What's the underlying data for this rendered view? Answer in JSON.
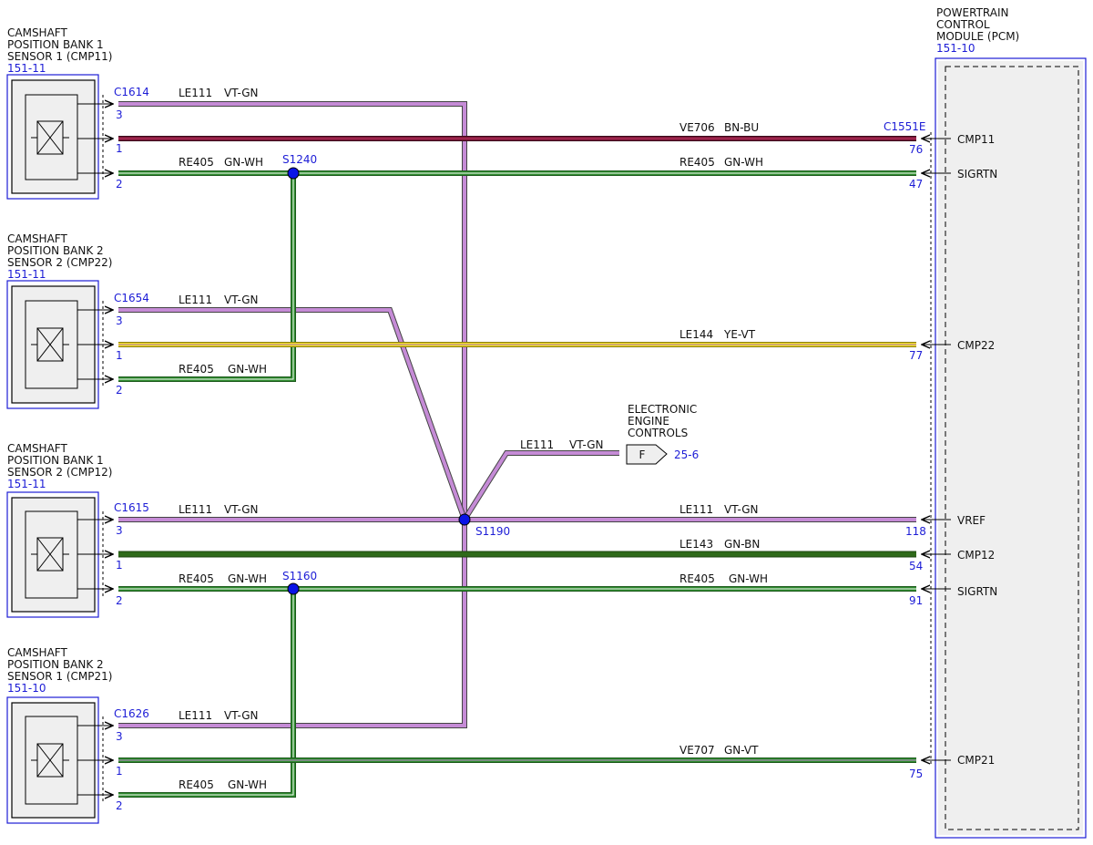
{
  "colors": {
    "link_blue": "#1d1dd6",
    "splice_dot": "#0a14e6",
    "wire_VT_GN": "#c58bd6",
    "wire_GN_WH": "#2e8b2e",
    "wire_BN_BU": "#7a1838",
    "wire_YE_VT": "#e8d81a",
    "wire_GN_BN": "#2f6a1a",
    "wire_GN_VT": "#2e8b2e"
  },
  "sensors": [
    {
      "id": "cmp11",
      "title": [
        "CAMSHAFT",
        "POSITION BANK 1",
        "SENSOR 1 (CMP11)"
      ],
      "ref": "151-11",
      "connector": "C1614"
    },
    {
      "id": "cmp22",
      "title": [
        "CAMSHAFT",
        "POSITION BANK 2",
        "SENSOR 2 (CMP22)"
      ],
      "ref": "151-11",
      "connector": "C1654"
    },
    {
      "id": "cmp12",
      "title": [
        "CAMSHAFT",
        "POSITION BANK 1",
        "SENSOR 2 (CMP12)"
      ],
      "ref": "151-11",
      "connector": "C1615"
    },
    {
      "id": "cmp21",
      "title": [
        "CAMSHAFT",
        "POSITION BANK 2",
        "SENSOR 1 (CMP21)"
      ],
      "ref": "151-10",
      "connector": "C1626"
    }
  ],
  "pcm": {
    "title": [
      "POWERTRAIN",
      "CONTROL",
      "MODULE (PCM)"
    ],
    "ref": "151-10",
    "connector": "C1551E",
    "pins": [
      {
        "num": "76",
        "name": "CMP11"
      },
      {
        "num": "47",
        "name": "SIGRTN"
      },
      {
        "num": "77",
        "name": "CMP22"
      },
      {
        "num": "118",
        "name": "VREF"
      },
      {
        "num": "54",
        "name": "CMP12"
      },
      {
        "num": "91",
        "name": "SIGRTN"
      },
      {
        "num": "75",
        "name": "CMP21"
      }
    ]
  },
  "pin_numbers": {
    "p1": "1",
    "p2": "2",
    "p3": "3"
  },
  "splices": {
    "s1240": "S1240",
    "s1160": "S1160",
    "s1190": "S1190"
  },
  "circuits": {
    "le111": "LE111",
    "vt_gn": "VT-GN",
    "re405": "RE405",
    "gn_wh": "GN-WH",
    "ve706": "VE706",
    "bn_bu": "BN-BU",
    "le144": "LE144",
    "ye_vt": "YE-VT",
    "le143": "LE143",
    "gn_bn": "GN-BN",
    "ve707": "VE707",
    "gn_vt": "GN-VT"
  },
  "eec": {
    "title": [
      "ELECTRONIC",
      "ENGINE",
      "CONTROLS"
    ],
    "letter": "F",
    "ref": "25-6"
  }
}
